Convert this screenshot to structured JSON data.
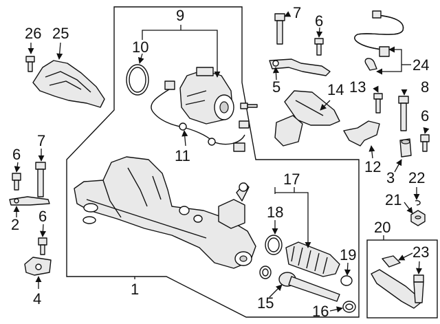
{
  "callouts": {
    "c1": "1",
    "c2": "2",
    "c3": "3",
    "c4": "4",
    "c5": "5",
    "c6a": "6",
    "c6b": "6",
    "c6c": "6",
    "c6d": "6",
    "c7a": "7",
    "c7b": "7",
    "c8": "8",
    "c9": "9",
    "c10": "10",
    "c11": "11",
    "c12": "12",
    "c13": "13",
    "c14": "14",
    "c15": "15",
    "c16": "16",
    "c17": "17",
    "c18": "18",
    "c19": "19",
    "c20": "20",
    "c21": "21",
    "c22": "22",
    "c23": "23",
    "c24": "24",
    "c25": "25",
    "c26": "26"
  }
}
